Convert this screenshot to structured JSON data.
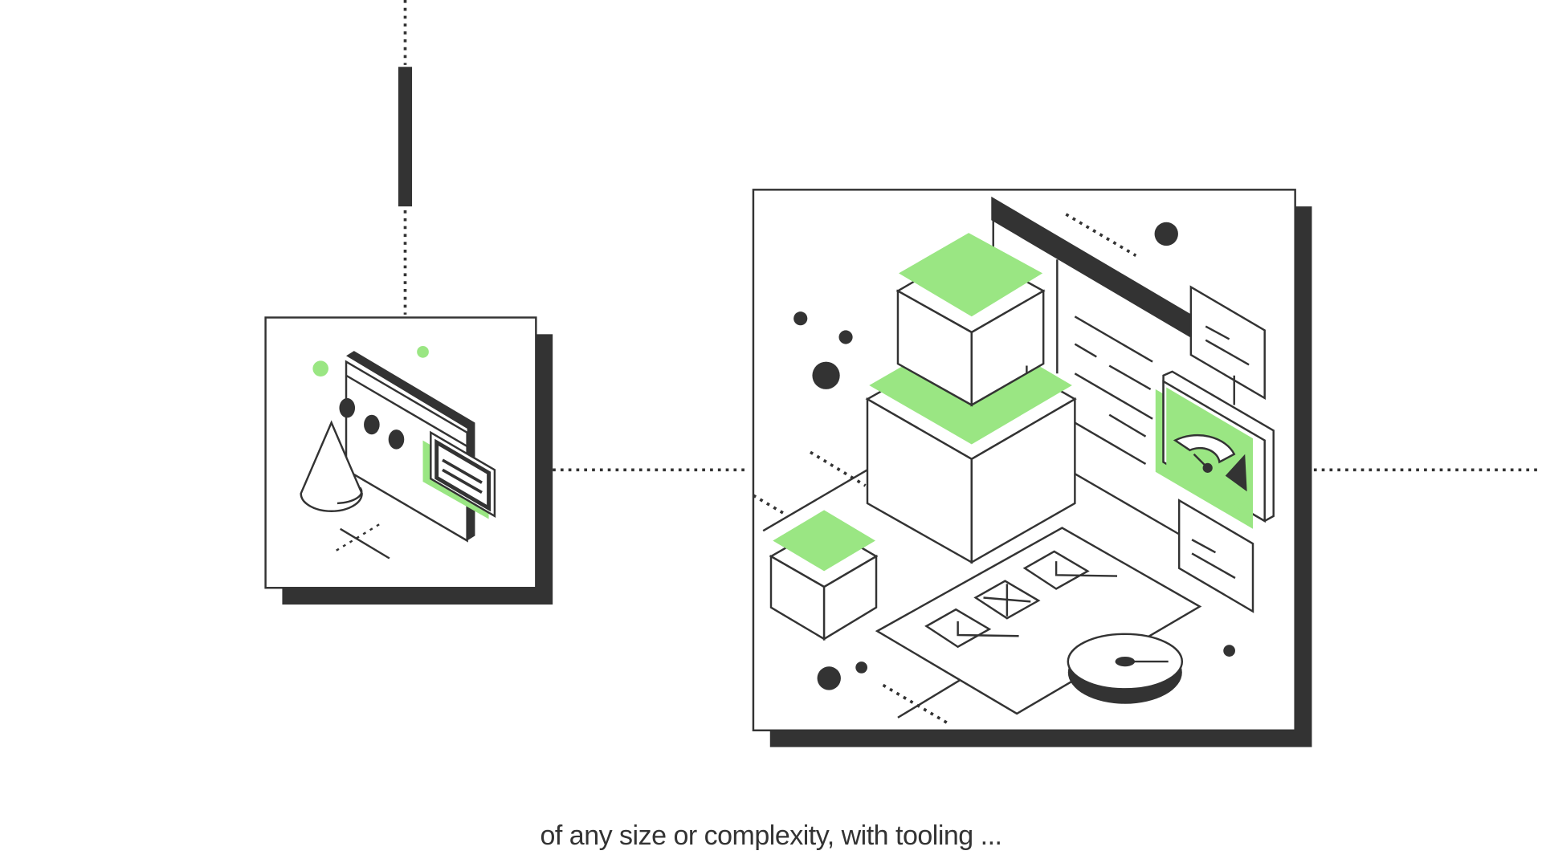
{
  "caption": "of any size or complexity, with tooling ...",
  "colors": {
    "accent": "#9ae683",
    "ink": "#333333",
    "background": "#ffffff"
  },
  "icons": [
    "window-cone-illustration",
    "isometric-blocks-dashboard-illustration"
  ]
}
